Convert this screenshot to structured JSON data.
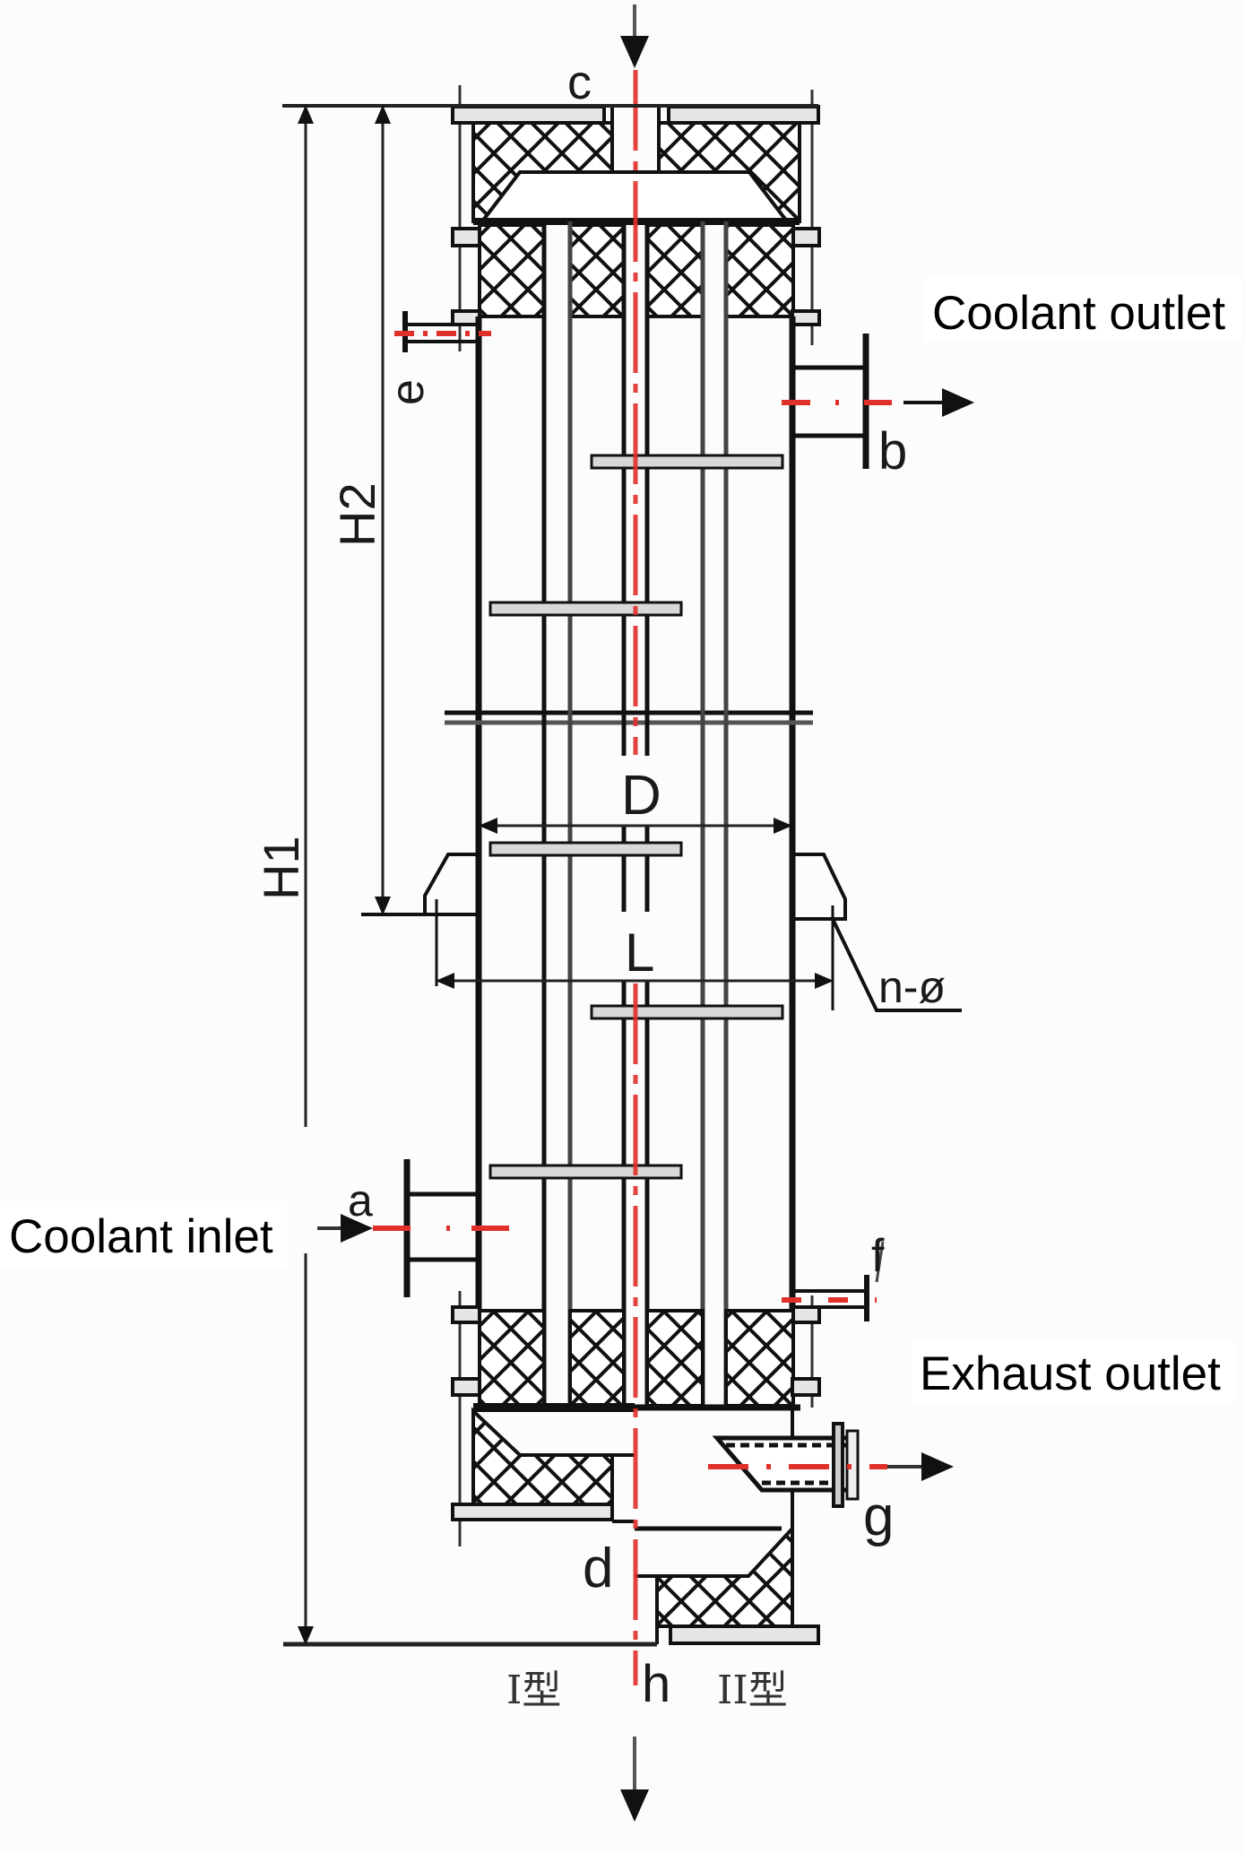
{
  "callouts": {
    "coolant_outlet": "Coolant outlet",
    "coolant_inlet": "Coolant inlet",
    "exhaust_outlet": "Exhaust outlet"
  },
  "nozzles": {
    "a": "a",
    "b": "b",
    "c": "c",
    "d": "d",
    "e": "e",
    "f": "f",
    "g": "g",
    "h": "h"
  },
  "dimensions": {
    "H1": "H1",
    "H2": "H2",
    "D": "D",
    "L": "L",
    "bolt_holes": "n-ø"
  },
  "variants": {
    "type_1": "I型",
    "type_2": "II型"
  },
  "colors": {
    "line": "#111111",
    "centerline": "#e0302a",
    "background": "#fcfcfc"
  }
}
